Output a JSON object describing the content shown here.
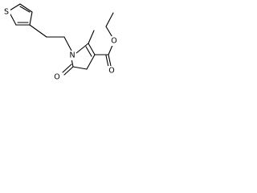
{
  "molecule": {
    "atom_labels": {
      "sulfur": "S",
      "nitrogen": "N",
      "carbonyl_oxygen": "O",
      "ester_carbonyl_oxygen": "O",
      "ester_ether_oxygen": "O"
    },
    "colors": {
      "bond": "#000000",
      "label": "#000000",
      "background": "#ffffff"
    }
  }
}
